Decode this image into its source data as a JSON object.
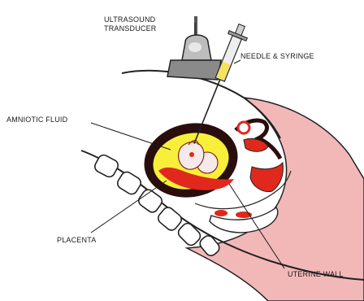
{
  "labels": {
    "transducer_line1": "ULTRASOUND",
    "transducer_line2": "TRANSDUCER",
    "needle": "NEEDLE & SYRINGE",
    "amniotic": "AMNIOTIC FLUID",
    "placenta": "PLACENTA",
    "uterine": "UTERINE WALL"
  },
  "colors": {
    "skin": "#f2b8b8",
    "skin_dark": "#e38f8f",
    "uterus_wall": "#2a0d0d",
    "amniotic_fluid": "#f7ef3a",
    "placenta": "#e0281c",
    "fetus": "#f6e9e9",
    "syringe_fluid": "#f5e45a",
    "transducer": "#9a9a9a"
  }
}
